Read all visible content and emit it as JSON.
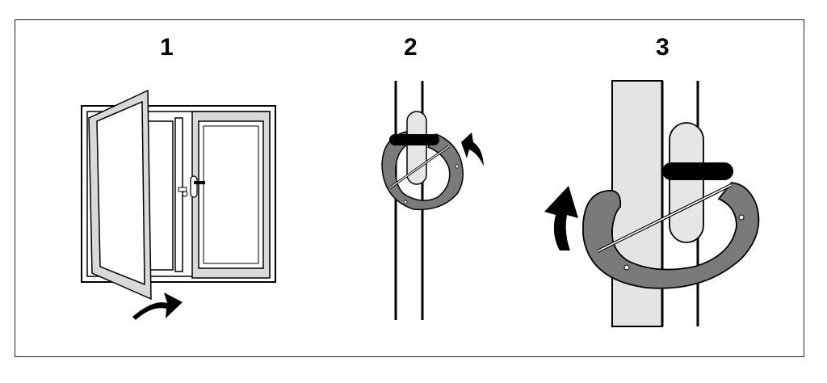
{
  "steps": [
    {
      "number": "1"
    },
    {
      "number": "2"
    },
    {
      "number": "3"
    }
  ],
  "colors": {
    "outline": "#000000",
    "frame_gray": "#d9d9d9",
    "shackle_gray": "#7a7a7a",
    "handle_fill": "#e6e6e6",
    "profile_fill": "#e4e4e4",
    "arrow": "#000000"
  },
  "icons": [
    "window-open-icon",
    "window-lock-icon",
    "rotate-arrow-icon"
  ]
}
